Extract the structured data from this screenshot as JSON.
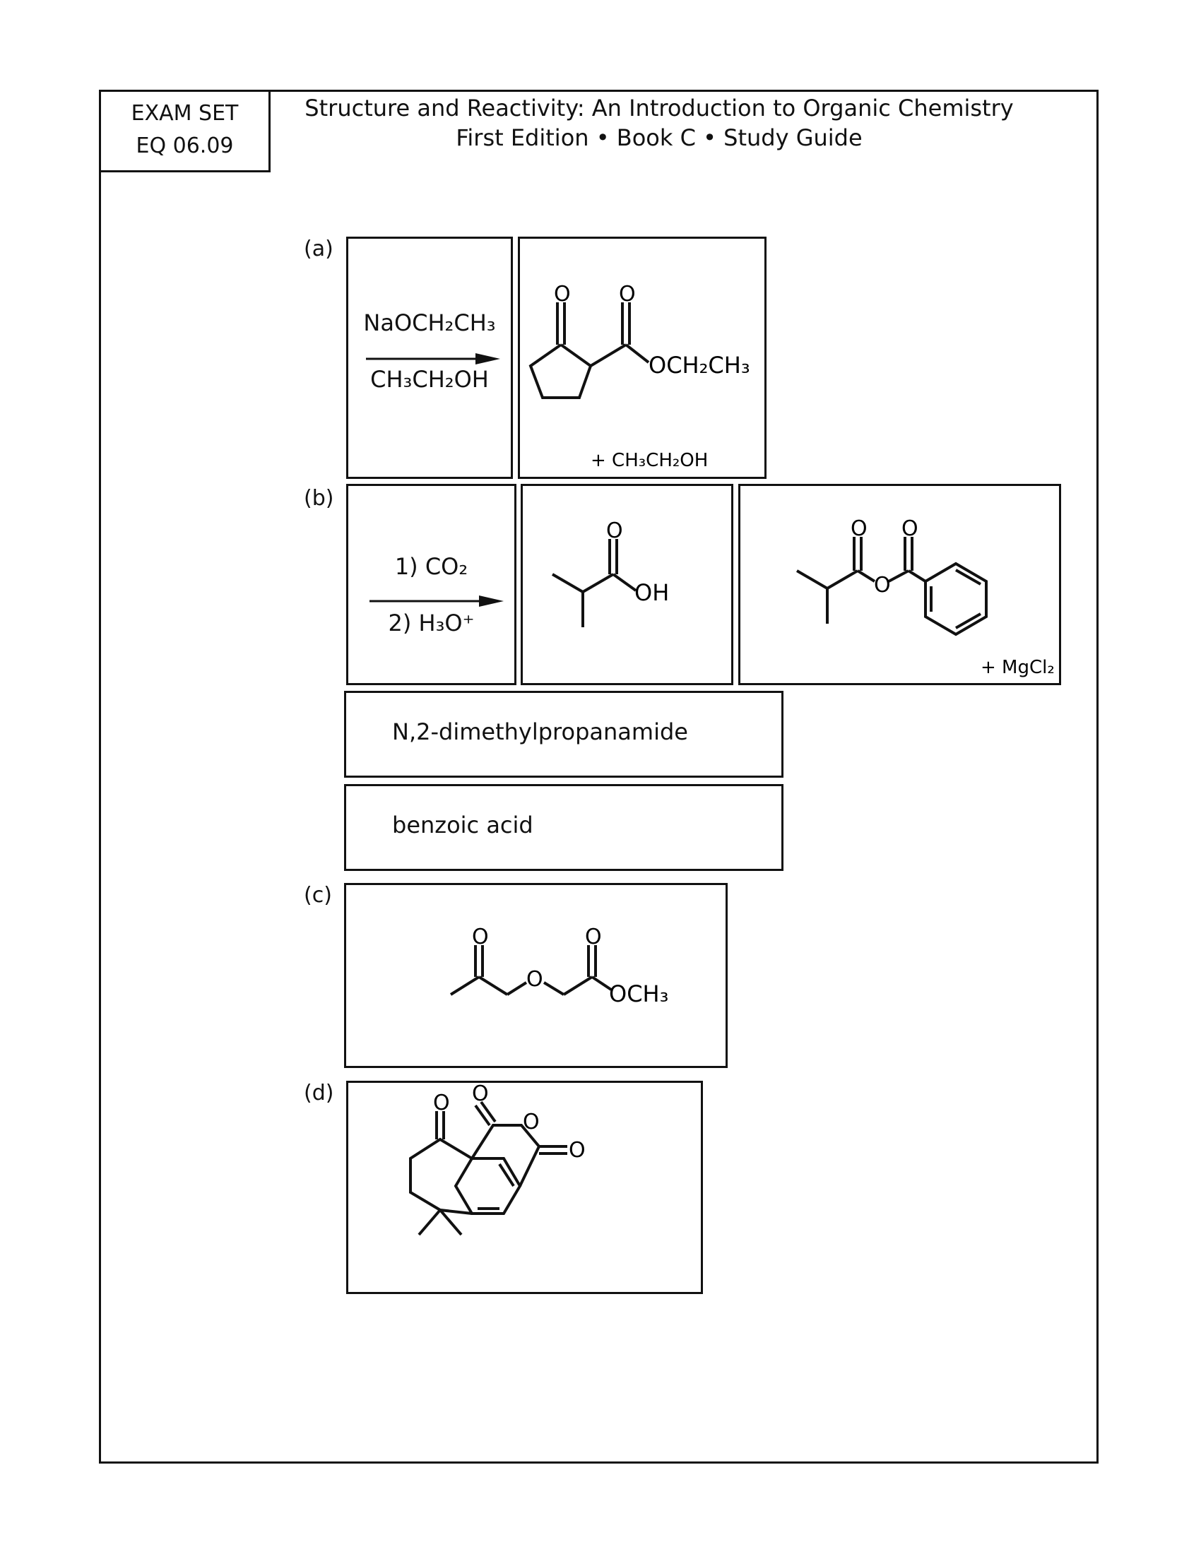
{
  "exam": {
    "line1": "EXAM SET",
    "line2": "EQ 06.09"
  },
  "header": {
    "title": "Structure and Reactivity: An Introduction to Organic Chemistry",
    "subtitle": "First Edition • Book C • Study Guide"
  },
  "parts": {
    "a": {
      "label": "(a)",
      "reagent_top": "NaOCH₂CH₃",
      "reagent_bottom": "CH₃CH₂OH",
      "product_group": "OCH₂CH₃",
      "byproduct": "+  CH₃CH₂OH",
      "o1": "O",
      "o2": "O"
    },
    "b": {
      "label": "(b)",
      "step1": "1) CO₂",
      "step2": "2) H₃O⁺",
      "acid_group": "OH",
      "anhydride_o": "O",
      "byproduct": "+ MgCl₂",
      "name1": "N,2-dimethylpropanamide",
      "name2": "benzoic acid"
    },
    "c": {
      "label": "(c)",
      "group": "OCH₃",
      "ether_o": "O"
    },
    "d": {
      "label": "(d)",
      "ring_o": "O"
    }
  }
}
